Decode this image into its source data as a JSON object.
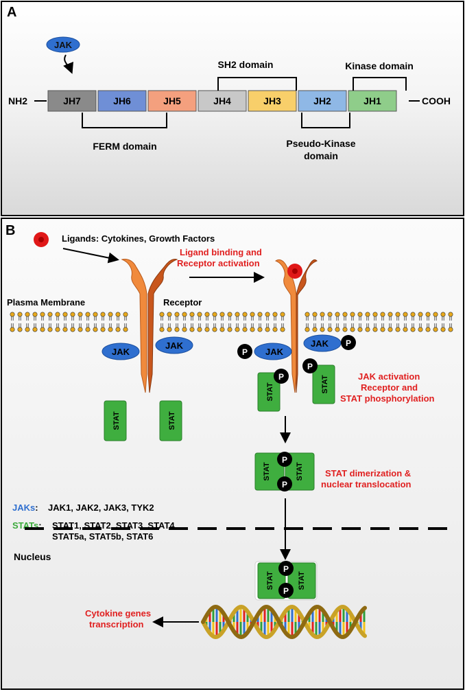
{
  "panelA": {
    "letter": "A",
    "jak_label": "JAK",
    "nh2": "NH2",
    "cooh": "COOH",
    "domains": [
      {
        "label": "JH7",
        "color": "#8a8a8a"
      },
      {
        "label": "JH6",
        "color": "#6f8fd6"
      },
      {
        "label": "JH5",
        "color": "#f4a07e"
      },
      {
        "label": "JH4",
        "color": "#c8c8c8"
      },
      {
        "label": "JH3",
        "color": "#f8cf6a"
      },
      {
        "label": "JH2",
        "color": "#8fb8e6"
      },
      {
        "label": "JH1",
        "color": "#8fcd8a"
      }
    ],
    "sh2_label": "SH2 domain",
    "kinase_label": "Kinase domain",
    "ferm_label": "FERM domain",
    "pseudo_line1": "Pseudo-Kinase",
    "pseudo_line2": "domain"
  },
  "panelB": {
    "letter": "B",
    "ligands": "Ligands: Cytokines, Growth Factors",
    "ligand_binding_line1": "Ligand binding and",
    "ligand_binding_line2": "Receptor activation",
    "plasma_membrane": "Plasma Membrane",
    "receptor": "Receptor",
    "jak": "JAK",
    "stat": "STAT",
    "p": "P",
    "jak_activation_line1": "JAK activation",
    "jak_activation_line2": "Receptor and",
    "jak_activation_line3": "STAT phosphorylation",
    "dimerization_line1": "STAT dimerization &",
    "dimerization_line2": "nuclear translocation",
    "jaks_key": "JAKs",
    "jaks_list": "JAK1, JAK2, JAK3, TYK2",
    "stats_key": "STATs",
    "stats_line1": "STAT1, STAT2, STAT3, STAT4,",
    "stats_line2": "STAT5a, STAT5b, STAT6",
    "nucleus": "Nucleus",
    "cytokine_line1": "Cytokine genes",
    "cytokine_line2": "transcription"
  },
  "colors": {
    "red": "#e02020",
    "blue": "#2f6fcf",
    "green": "#3aaa3a",
    "stat_green": "#3fae3f",
    "jak_blue": "#2f6fcf",
    "receptor_orange": "#f08a3c",
    "receptor_dark": "#c8561c",
    "ligand_red": "#e01818"
  }
}
